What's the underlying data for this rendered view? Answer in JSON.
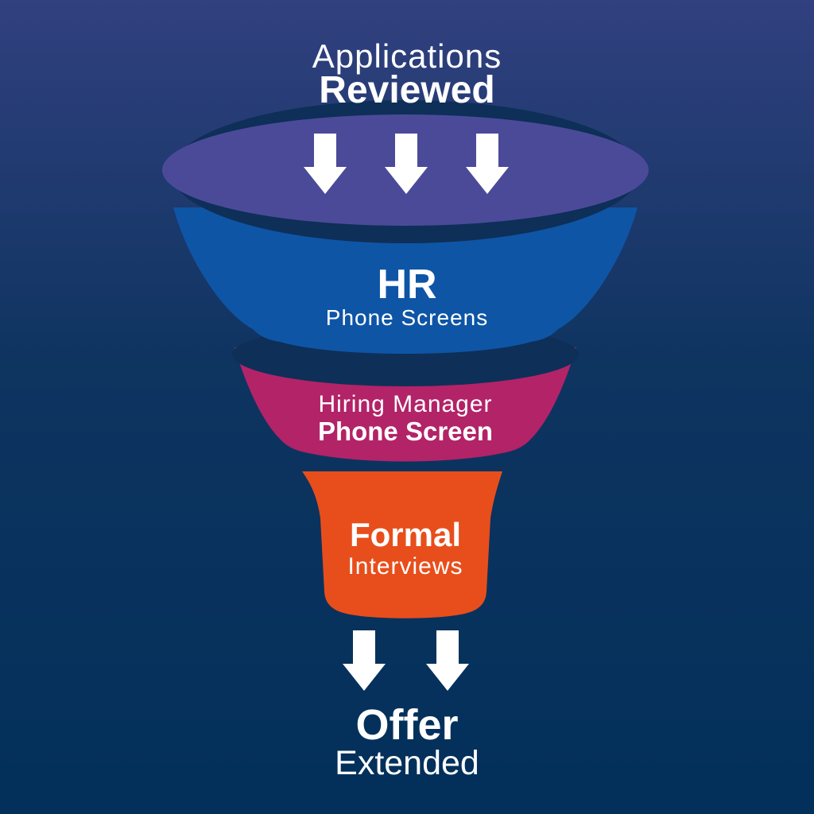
{
  "background": {
    "gradient_top": "#31407F",
    "gradient_mid": "#0E3460",
    "gradient_bottom": "#02305A"
  },
  "text_color": "#FFFFFF",
  "title": {
    "line1": "Applications",
    "line2": "Reviewed"
  },
  "funnel": {
    "shadow_color": "#0E2F58",
    "arrow_color": "#FFFFFF",
    "stages": [
      {
        "name": "applications-reviewed",
        "color": "#4B4A99",
        "line1": "",
        "line2": ""
      },
      {
        "name": "hr-phone-screens",
        "color": "#0E55A6",
        "line1": "HR",
        "line2": "Phone Screens"
      },
      {
        "name": "hiring-manager-phone-screen",
        "color": "#B22368",
        "line1": "Hiring Manager",
        "line2": "Phone Screen"
      },
      {
        "name": "formal-interviews",
        "color": "#E84E1B",
        "line1": "Formal",
        "line2": "Interviews"
      }
    ]
  },
  "outcome": {
    "line1": "Offer",
    "line2": "Extended"
  }
}
